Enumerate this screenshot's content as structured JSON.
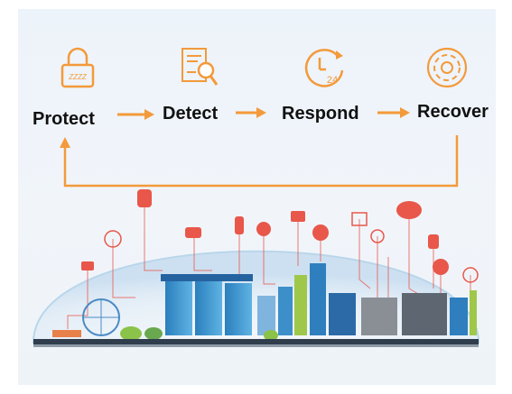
{
  "stages": [
    {
      "label": "Protect",
      "icon": "padlock-icon"
    },
    {
      "label": "Detect",
      "icon": "document-magnifier-icon"
    },
    {
      "label": "Respond",
      "icon": "clock-24-icon"
    },
    {
      "label": "Recover",
      "icon": "recovery-cycle-icon"
    }
  ],
  "respond_icon_text": "24",
  "padlock_icon_text": "ZZZZ",
  "colors": {
    "accent": "#f39a3a",
    "dome_edge": "#b9d6ea",
    "dome_fill": "#e2eef8",
    "ground": "#2f3d4c"
  }
}
